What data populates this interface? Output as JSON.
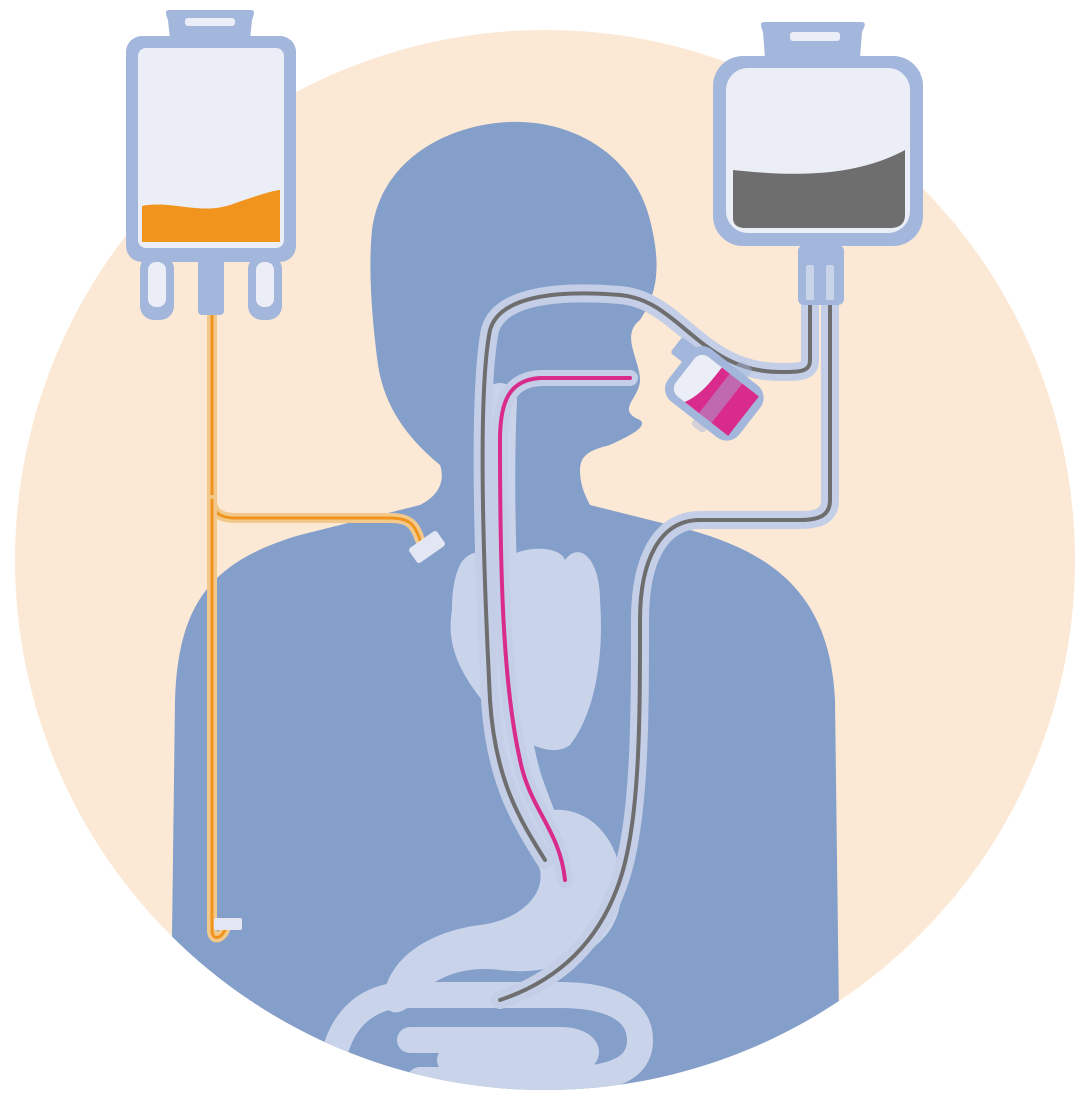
{
  "colors": {
    "background_disc": "#FCE9D5",
    "body_silhouette": "#859FCB",
    "organs": "#C9D4EA",
    "bag_outline": "#A3B6DC",
    "bag_fill": "#ECEEF7",
    "parenteral_fluid": "#F0941D",
    "enteral_formula": "#6E6E6E",
    "oral_supplement": "#D82B8C",
    "tube_sheath": "#C4CFE7"
  },
  "elements": {
    "background": "cream-circle",
    "figure": "human-torso-silhouette",
    "left_bag": "iv-bag-parenteral",
    "right_bag": "feeding-bag-enteral",
    "bottle": "oral-nutrition-bottle",
    "organs": [
      "heart",
      "esophagus",
      "stomach",
      "intestines"
    ]
  }
}
